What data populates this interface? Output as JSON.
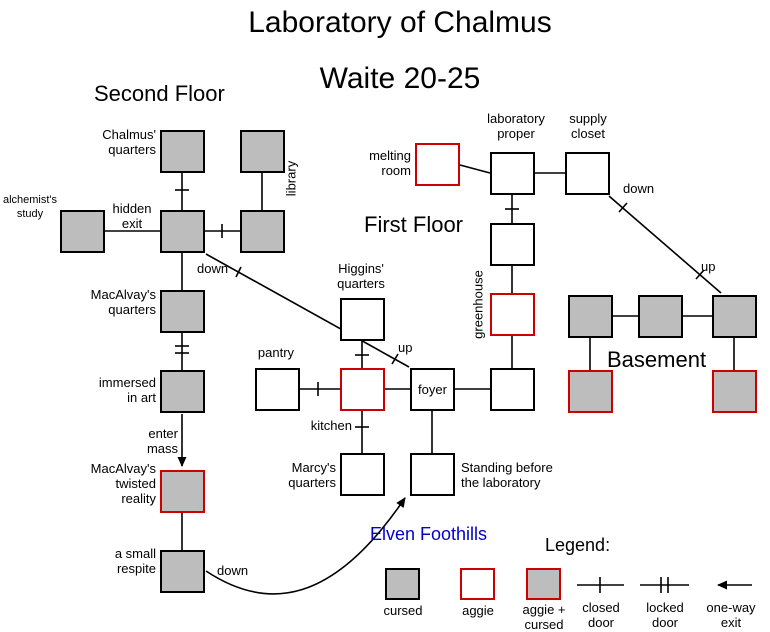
{
  "title": "Laboratory of Chalmus",
  "subtitle": "Waite 20-25",
  "sections": {
    "second_floor": "Second Floor",
    "first_floor": "First Floor",
    "basement": "Basement"
  },
  "region_label": "Elven Foothills",
  "rooms": {
    "chalmus_quarters": {
      "label": "Chalmus'\nquarters",
      "type": "cursed"
    },
    "library": {
      "label": "library",
      "type": "cursed"
    },
    "library_annex": {
      "label": "",
      "type": "cursed"
    },
    "alchemists_study": {
      "label": "alchemist's\nstudy",
      "type": "cursed"
    },
    "second_floor_hub": {
      "label": "",
      "type": "cursed"
    },
    "macalvays_quarters": {
      "label": "MacAlvay's\nquarters",
      "type": "cursed"
    },
    "immersed_in_art": {
      "label": "immersed\nin art",
      "type": "cursed"
    },
    "macalvays_twisted_reality": {
      "label": "MacAlvay's\ntwisted\nreality",
      "type": "aggie_cursed"
    },
    "a_small_respite": {
      "label": "a small\nrespite",
      "type": "cursed"
    },
    "melting_room": {
      "label": "melting\nroom",
      "type": "aggie"
    },
    "laboratory_proper": {
      "label": "laboratory\nproper",
      "type": "normal"
    },
    "supply_closet": {
      "label": "supply\ncloset",
      "type": "normal"
    },
    "greenhouse_north": {
      "label": "",
      "type": "normal"
    },
    "greenhouse": {
      "label": "greenhouse",
      "type": "aggie"
    },
    "greenhouse_south": {
      "label": "",
      "type": "normal"
    },
    "higgins_quarters": {
      "label": "Higgins'\nquarters",
      "type": "normal"
    },
    "pantry": {
      "label": "pantry",
      "type": "normal"
    },
    "kitchen": {
      "label": "kitchen",
      "type": "aggie"
    },
    "foyer": {
      "label": "foyer",
      "type": "normal"
    },
    "marcys_quarters": {
      "label": "Marcy's\nquarters",
      "type": "normal"
    },
    "standing_before_laboratory": {
      "label": "Standing before\nthe laboratory",
      "type": "normal"
    },
    "basement_nw": {
      "label": "",
      "type": "cursed"
    },
    "basement_n": {
      "label": "",
      "type": "cursed"
    },
    "basement_ne": {
      "label": "",
      "type": "cursed"
    },
    "basement_sw": {
      "label": "",
      "type": "aggie_cursed"
    },
    "basement_se": {
      "label": "",
      "type": "aggie_cursed"
    }
  },
  "edge_labels": {
    "hidden_exit": "hidden\nexit",
    "down_to_first_floor": "down",
    "up_to_second_floor": "up",
    "enter_mass": "enter\nmass",
    "down_from_respite": "down",
    "down_to_basement": "down",
    "up_from_basement": "up"
  },
  "legend": {
    "heading": "Legend:",
    "cursed": "cursed",
    "aggie": "aggie",
    "aggie_cursed": "aggie +\ncursed",
    "closed_door": "closed\ndoor",
    "locked_door": "locked\ndoor",
    "one_way_exit": "one-way\nexit"
  },
  "colors": {
    "cursed_fill": "#bdbdbd",
    "aggie_border": "#cc0000",
    "line_color": "#000000",
    "region_text": "#0000cc"
  }
}
